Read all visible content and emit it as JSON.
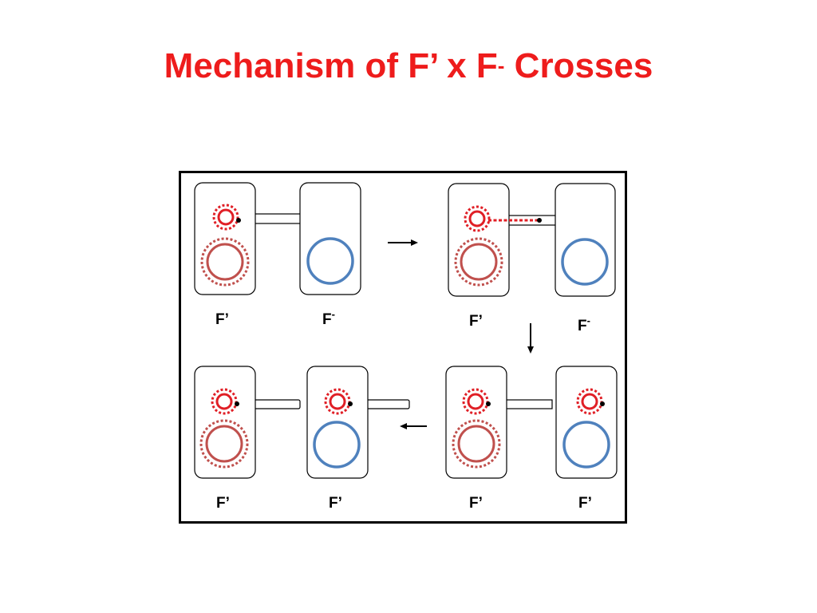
{
  "title": {
    "main": "Mechanism of F’ x F",
    "superscript": "-",
    "tail": " Crosses",
    "color": "#ee1c1c"
  },
  "labels": {
    "f_prime": "F’",
    "f_minus_base": "F",
    "f_minus_sup": "-"
  },
  "colors": {
    "f_plasmid": "#e01f26",
    "chromosome_donor": "#c0504d",
    "chromosome_recipient": "#4f81bd",
    "outline": "#000000"
  }
}
